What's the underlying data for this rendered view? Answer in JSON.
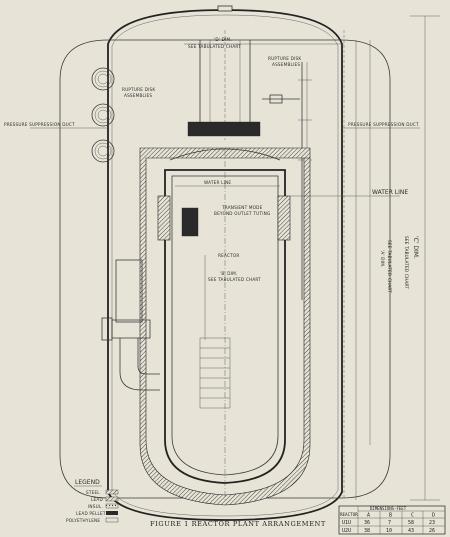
{
  "labels": {
    "d_dim": "'D' DIM.",
    "d_dim_sub": "SEE TABULATED CHART",
    "rupture_disk_right_1": "RUPTURE DISK",
    "rupture_disk_right_2": "ASSEMBLIES",
    "rupture_disk_left_1": "RUPTURE DISK",
    "rupture_disk_left_2": "ASSEMBLIES",
    "duct_left": "PRESSURE SUPPRESSION DUCT",
    "duct_right": "PRESSURE SUPPRESSION DUCT",
    "water_line_inner": "WATER LINE",
    "water_line_outer": "WATER LINE",
    "transfer_1": "TRANSIENT MODE",
    "transfer_2": "BEYOND OUTLET TUTING",
    "reactor": "REACTOR",
    "b_dim": "'B' DIM.",
    "b_dim_sub": "SEE TABULATED CHART",
    "a_dim": "'A' DIM.",
    "a_dim_sub": "SEE TABULATED CHART",
    "c_dim": "'C' DIM.",
    "c_dim_sub": "SEE TABULATED CHART"
  },
  "legend": {
    "title": "LEGEND",
    "items": [
      {
        "name": "STEEL",
        "pattern": "steel"
      },
      {
        "name": "LEAD",
        "pattern": "lead"
      },
      {
        "name": "INSUL.",
        "pattern": "insul"
      },
      {
        "name": "LEAD PELLETS",
        "pattern": "pellets"
      },
      {
        "name": "POLYETHYLENE",
        "pattern": "poly"
      }
    ]
  },
  "caption": "FIGURE 1   REACTOR PLANT ARRANGEMENT",
  "table": {
    "title": "DIMENSIONS-FEET",
    "headers": [
      "REACTOR",
      "A",
      "B",
      "C",
      "D"
    ],
    "rows": [
      [
        "U1U",
        "36",
        "7",
        "58",
        "23"
      ],
      [
        "U2U",
        "38",
        "10",
        "43",
        "26"
      ]
    ]
  }
}
